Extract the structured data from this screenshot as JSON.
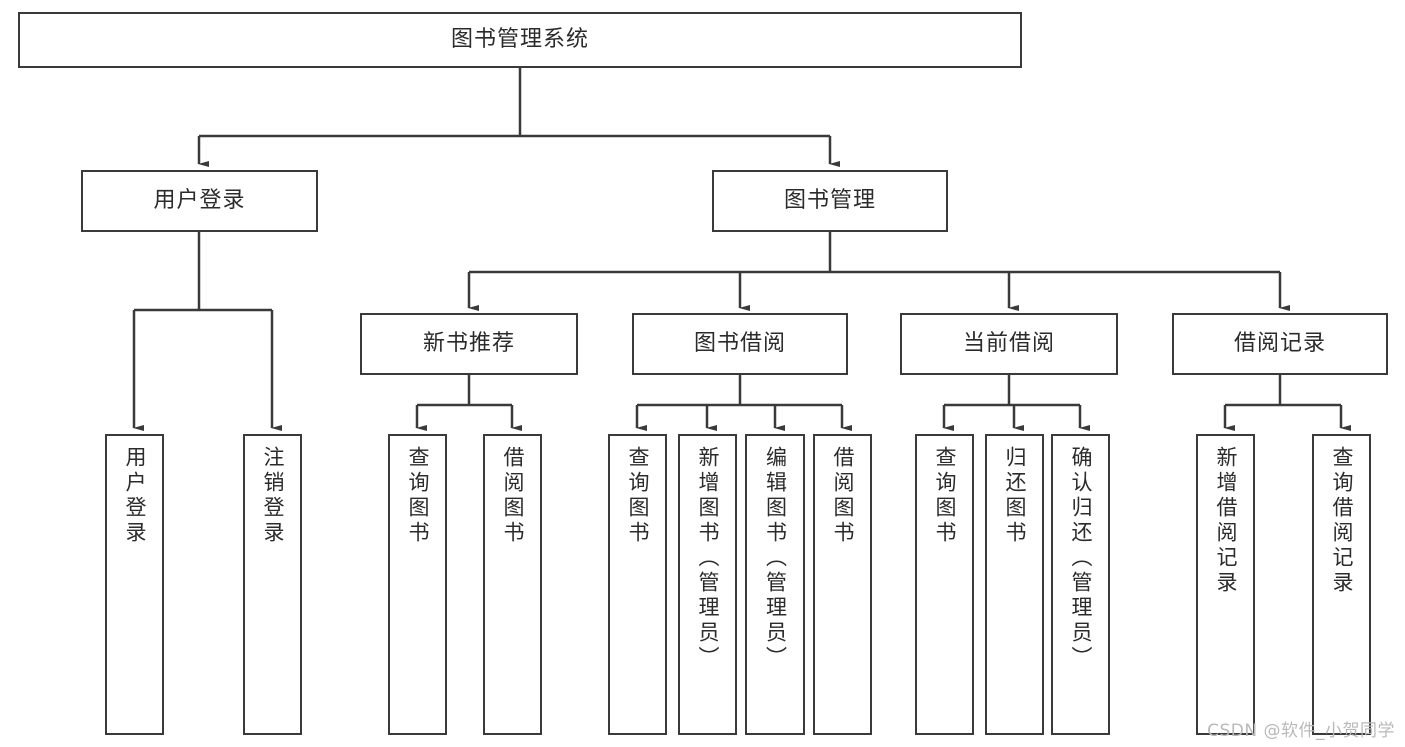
{
  "diagram": {
    "type": "tree-hierarchy-chart",
    "title_node": {
      "label": "图书管理系统"
    },
    "level2": [
      {
        "id": "user-login",
        "label": "用户登录"
      },
      {
        "id": "book-management",
        "label": "图书管理"
      }
    ],
    "level3": [
      {
        "id": "new-book-recommend",
        "label": "新书推荐"
      },
      {
        "id": "book-borrow",
        "label": "图书借阅"
      },
      {
        "id": "current-borrow",
        "label": "当前借阅"
      },
      {
        "id": "borrow-record",
        "label": "借阅记录"
      }
    ],
    "leaves": [
      {
        "id": "leaf-user-login",
        "label": "用户登录",
        "parent": "user-login"
      },
      {
        "id": "leaf-logout-login",
        "label": "注销登录",
        "parent": "user-login"
      },
      {
        "id": "leaf-query-book-1",
        "label": "查询图书",
        "parent": "new-book-recommend"
      },
      {
        "id": "leaf-borrow-book-1",
        "label": "借阅图书",
        "parent": "new-book-recommend"
      },
      {
        "id": "leaf-query-book-2",
        "label": "查询图书",
        "parent": "book-borrow"
      },
      {
        "id": "leaf-add-book-admin",
        "label": "新增图书（管理员）",
        "parent": "book-borrow"
      },
      {
        "id": "leaf-edit-book-admin",
        "label": "编辑图书（管理员）",
        "parent": "book-borrow"
      },
      {
        "id": "leaf-borrow-book-2",
        "label": "借阅图书",
        "parent": "book-borrow"
      },
      {
        "id": "leaf-query-book-3",
        "label": "查询图书",
        "parent": "current-borrow"
      },
      {
        "id": "leaf-return-book",
        "label": "归还图书",
        "parent": "current-borrow"
      },
      {
        "id": "leaf-confirm-return-admin",
        "label": "确认归还（管理员）",
        "parent": "current-borrow"
      },
      {
        "id": "leaf-add-borrow-record",
        "label": "新增借阅记录",
        "parent": "borrow-record"
      },
      {
        "id": "leaf-query-borrow-record",
        "label": "查询借阅记录",
        "parent": "borrow-record"
      }
    ],
    "colors": {
      "stroke": "#3a3a3a",
      "text": "#2b2b2b",
      "background": "#ffffff",
      "watermark": "#b9b9b9"
    }
  },
  "watermark": {
    "text": "CSDN @软件_小贺同学"
  }
}
